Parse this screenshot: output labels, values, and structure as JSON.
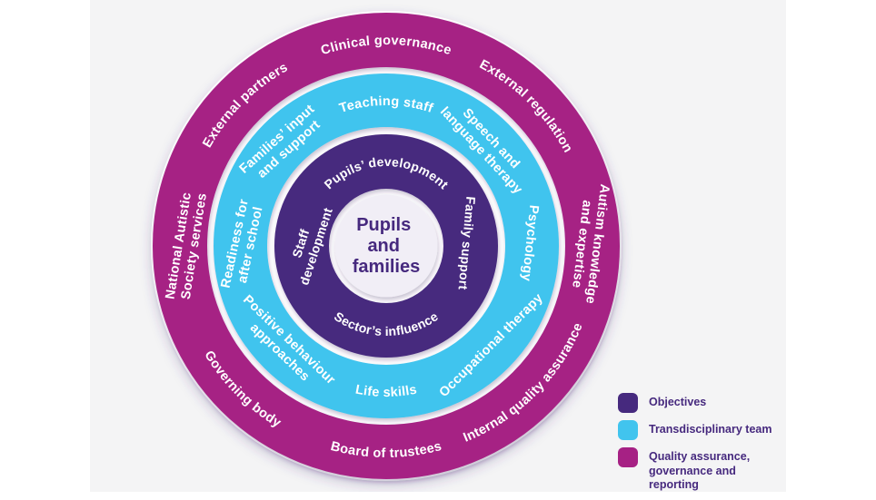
{
  "colors": {
    "objectives": "#46297e",
    "transdisciplinary_team": "#41c4ee",
    "quality_assurance": "#a62184",
    "center_circle_fill": "#f1eef6",
    "ring_label_text": "#ffffff",
    "legend_text": "#46297e",
    "panel_background": "#f4f4f5"
  },
  "center": {
    "line1": "Pupils",
    "line2": "and",
    "line3": "families"
  },
  "rings": {
    "outer": {
      "top_left": "External partners",
      "top": "Clinical governance",
      "top_right": "External regulation",
      "right_line1": "Autism knowledge",
      "right_line2": "and expertise",
      "bottom_right": "Internal quality assurance",
      "bottom": "Board of trustees",
      "bottom_left": "Governing body",
      "left_line1": "National Autistic",
      "left_line2": "Society services"
    },
    "middle": {
      "top_left_line1": "Families’ input",
      "top_left_line2": "and support",
      "top": "Teaching staff",
      "top_right_line1": "Speech and",
      "top_right_line2": "language therapy",
      "right": "Psychology",
      "bottom_right": "Occupational therapy",
      "bottom": "Life skills",
      "bottom_left_line1": "Positive behaviour",
      "bottom_left_line2": "approaches",
      "left_line1": "Readiness for",
      "left_line2": "after school"
    },
    "inner": {
      "top": "Pupils’ development",
      "right": "Family support",
      "bottom": "Sector’s influence",
      "left_line1": "Staff",
      "left_line2": "development"
    }
  },
  "legend": {
    "items": [
      {
        "label": "Objectives"
      },
      {
        "label": "Transdisciplinary team"
      },
      {
        "label": "Quality assurance,\ngovernance and reporting"
      }
    ]
  }
}
